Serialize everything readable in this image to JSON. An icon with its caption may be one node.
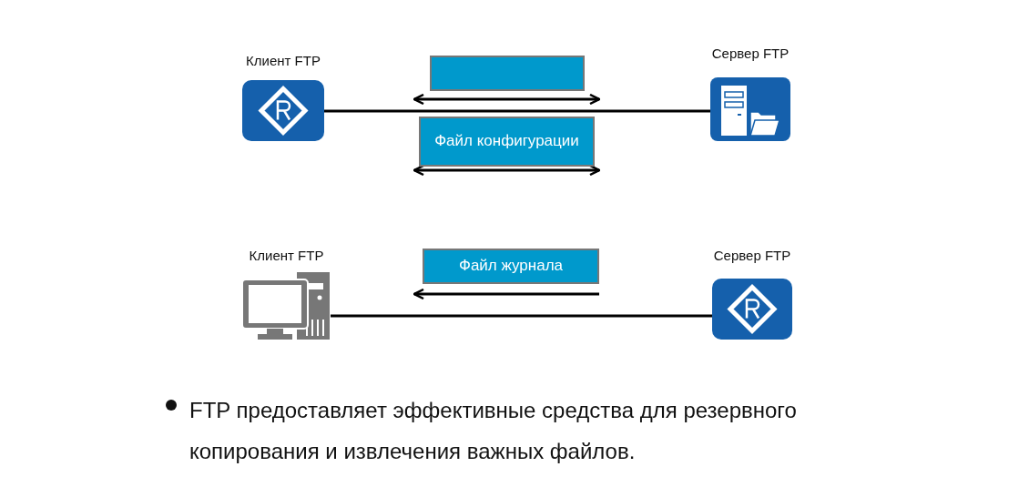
{
  "diagram": {
    "nodes": [
      {
        "text": [
          "Клиент FTP"
        ]
      },
      {
        "text": [
          "Сервер FTP"
        ]
      },
      {
        "text": [],
        "shape": "box"
      },
      {
        "text": [
          "Файл конфигурации"
        ]
      },
      {
        "text": [
          "Клиент FTP"
        ]
      },
      {
        "text": [
          "Сервер FTP"
        ]
      },
      {
        "text": [
          "Файл журнала"
        ]
      }
    ],
    "edges": [
      {
        "from": 0,
        "to": 1,
        "arrow": "none"
      },
      {
        "from": 4,
        "to": 5,
        "arrow": "none"
      }
    ],
    "labels": [
      "FTP предоставляет эффективные средства для резервного копирования и извлечения важных файлов."
    ]
  }
}
